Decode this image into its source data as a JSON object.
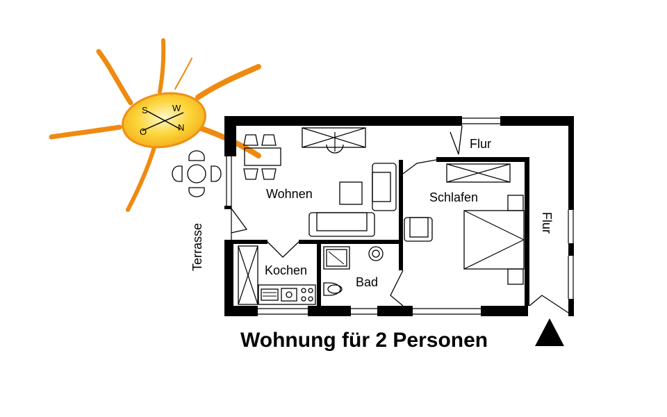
{
  "title": "Wohnung für 2 Personen",
  "rooms": {
    "wohnen": "Wohnen",
    "kochen": "Kochen",
    "bad": "Bad",
    "schlafen": "Schlafen",
    "flur_top": "Flur",
    "flur_side": "Flur",
    "terrasse": "Terrasse"
  },
  "compass": {
    "s": "S",
    "w": "W",
    "o": "O",
    "n": "N",
    "fill_color": "#fcd437",
    "ray_color": "#ef8a10"
  },
  "north_arrow": "filled-triangle"
}
